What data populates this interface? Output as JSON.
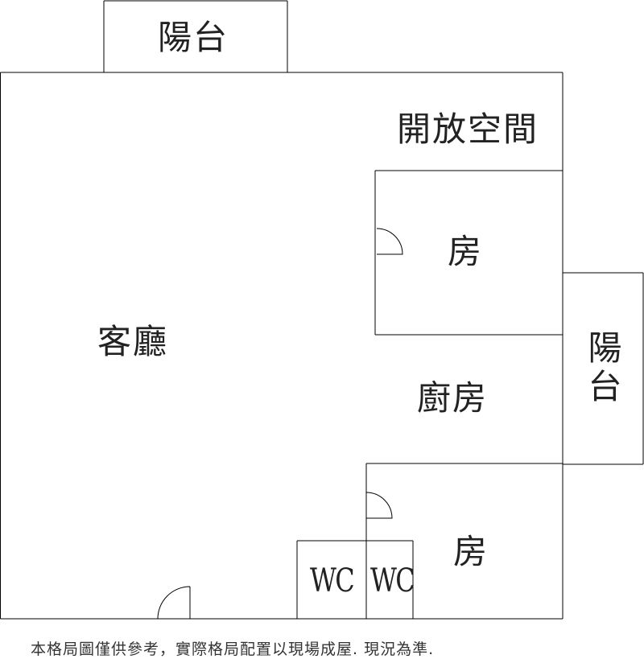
{
  "rooms": {
    "balcony_top": "陽台",
    "open_space": "開放空間",
    "bedroom_1": "房",
    "living_room": "客廳",
    "kitchen": "廚房",
    "balcony_right": "陽台",
    "bedroom_2": "房",
    "wc_1": "WC",
    "wc_2": "WC"
  },
  "disclaimer": "本格局圖僅供參考，實際格局配置以現場成屋. 現況為準."
}
